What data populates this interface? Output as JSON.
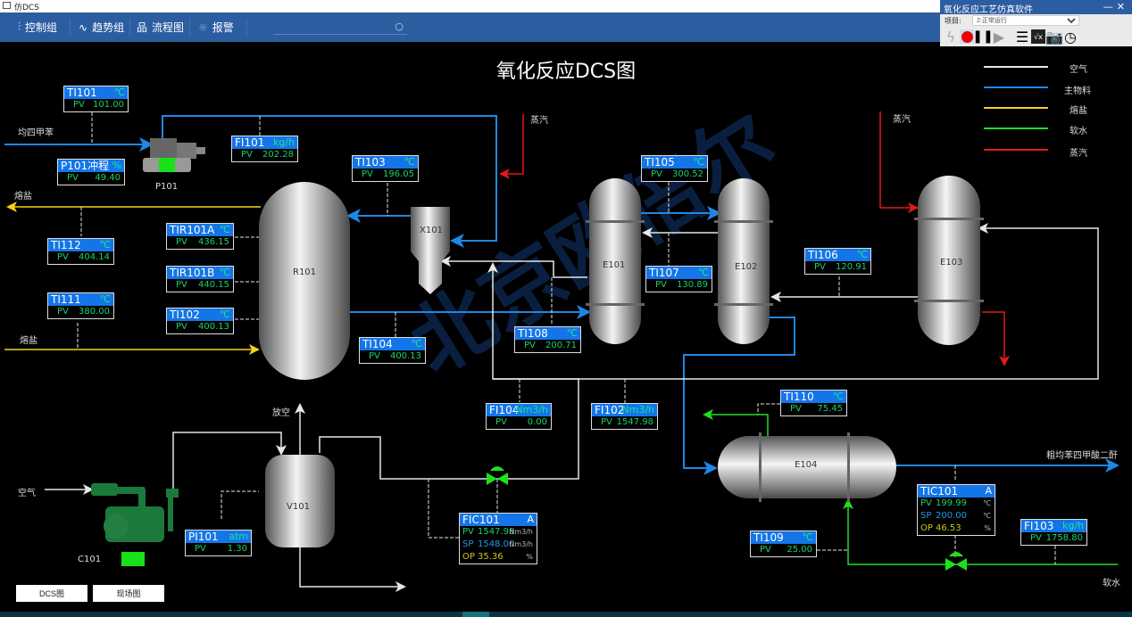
{
  "window": {
    "title": "仿DCS"
  },
  "toolbar": {
    "items": [
      {
        "icon": "control-group-icon",
        "label": "控制组"
      },
      {
        "icon": "trend-icon",
        "label": "趋势组"
      },
      {
        "icon": "flowchart-icon",
        "label": "流程图"
      },
      {
        "icon": "alarm-icon",
        "label": "报警"
      }
    ],
    "search_placeholder": ""
  },
  "sim_window": {
    "title": "氧化反应工艺仿真软件",
    "project_label": "项目:",
    "project_value": "2:正常运行",
    "buttons": [
      "disabled-flash-icon",
      "record-icon",
      "pause-icon",
      "play-icon",
      "menu-icon",
      "chart-icon",
      "camera-icon",
      "clock-icon"
    ]
  },
  "page_title": "氧化反应DCS图",
  "legend": [
    {
      "label": "空气",
      "color": "#e6e6e6"
    },
    {
      "label": "主物料",
      "color": "#1e88e5"
    },
    {
      "label": "熔盐",
      "color": "#f2d21b"
    },
    {
      "label": "软水",
      "color": "#1ee01e"
    },
    {
      "label": "蒸汽",
      "color": "#e51818"
    }
  ],
  "stream_labels": {
    "feed": "均四甲苯",
    "molten_salt_out": "熔盐",
    "molten_salt_in": "熔盐",
    "steam1": "蒸汽",
    "steam2": "蒸汽",
    "vent": "放空",
    "air": "空气",
    "product": "粗均苯四甲酸二酐",
    "soft_water": "软水"
  },
  "equipment": {
    "P101": "P101",
    "R101": "R101",
    "X101": "X101",
    "E101": "E101",
    "E102": "E102",
    "E103": "E103",
    "E104": "E104",
    "V101": "V101",
    "C101": "C101"
  },
  "tags": {
    "TI101": {
      "name": "TI101",
      "unit": "℃",
      "pv_label": "PV",
      "pv": "101.00"
    },
    "P101S": {
      "name": "P101冲程",
      "unit": "%",
      "pv_label": "PV",
      "pv": "49.40"
    },
    "FI101": {
      "name": "FI101",
      "unit": "kg/h",
      "pv_label": "PV",
      "pv": "202.28"
    },
    "TI103": {
      "name": "TI103",
      "unit": "℃",
      "pv_label": "PV",
      "pv": "196.05"
    },
    "TI112": {
      "name": "TI112",
      "unit": "℃",
      "pv_label": "PV",
      "pv": "404.14"
    },
    "TI111": {
      "name": "TI111",
      "unit": "℃",
      "pv_label": "PV",
      "pv": "380.00"
    },
    "TIR101A": {
      "name": "TIR101A",
      "unit": "℃",
      "pv_label": "PV",
      "pv": "436.15"
    },
    "TIR101B": {
      "name": "TIR101B",
      "unit": "℃",
      "pv_label": "PV",
      "pv": "440.15"
    },
    "TI102": {
      "name": "TI102",
      "unit": "℃",
      "pv_label": "PV",
      "pv": "400.13"
    },
    "TI104": {
      "name": "TI104",
      "unit": "℃",
      "pv_label": "PV",
      "pv": "400.13"
    },
    "TI105": {
      "name": "TI105",
      "unit": "℃",
      "pv_label": "PV",
      "pv": "300.52"
    },
    "TI107": {
      "name": "TI107",
      "unit": "℃",
      "pv_label": "PV",
      "pv": "130.89"
    },
    "TI108": {
      "name": "TI108",
      "unit": "℃",
      "pv_label": "PV",
      "pv": "200.71"
    },
    "TI106": {
      "name": "TI106",
      "unit": "℃",
      "pv_label": "PV",
      "pv": "120.91"
    },
    "FI104": {
      "name": "FI104",
      "unit": "Nm3/h",
      "pv_label": "PV",
      "pv": "0.00"
    },
    "FI102": {
      "name": "FI102",
      "unit": "Nm3/h",
      "pv_label": "PV",
      "pv": "1547.98"
    },
    "TI110": {
      "name": "TI110",
      "unit": "℃",
      "pv_label": "PV",
      "pv": "75.45"
    },
    "TI109": {
      "name": "TI109",
      "unit": "℃",
      "pv_label": "PV",
      "pv": "25.00"
    },
    "FI103": {
      "name": "FI103",
      "unit": "kg/h",
      "pv_label": "PV",
      "pv": "1758.80"
    },
    "PI101": {
      "name": "PI101",
      "unit": "atm",
      "pv_label": "PV",
      "pv": "1.30"
    }
  },
  "controllers": {
    "FIC101": {
      "name": "FIC101",
      "mode": "A",
      "pv": "1547.98",
      "sp": "1548.00",
      "op": "35.36",
      "pv_unit": "Nm3/h",
      "sp_unit": "Nm3/h",
      "op_unit": "%"
    },
    "TIC101": {
      "name": "TIC101",
      "mode": "A",
      "pv": "199.99",
      "sp": "200.00",
      "op": "46.53",
      "pv_unit": "℃",
      "sp_unit": "℃",
      "op_unit": "%"
    }
  },
  "labels": {
    "pv": "PV",
    "sp": "SP",
    "op": "OP"
  },
  "watermark": "北京欧倍尔",
  "nav": {
    "dcs": "DCS图",
    "field": "现场图"
  }
}
